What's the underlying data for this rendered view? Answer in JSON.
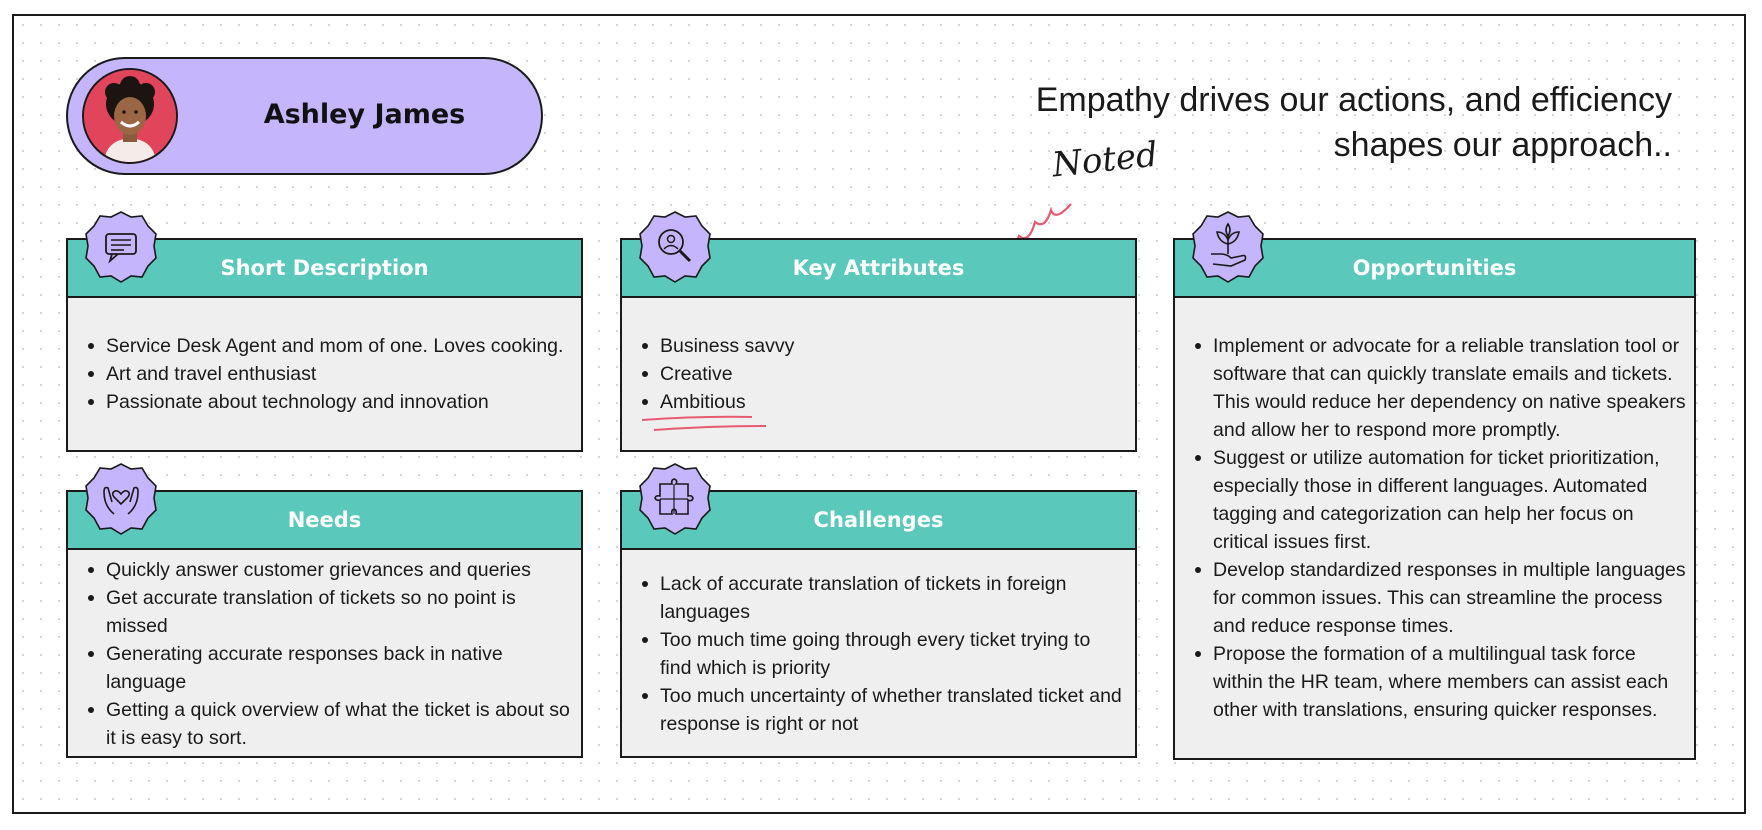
{
  "persona": {
    "name": "Ashley James",
    "avatar_bg": "#e0455c"
  },
  "quote": {
    "line1": "Empathy drives our actions, and efficiency",
    "line2": "shapes our approach.."
  },
  "annotation": {
    "label": "Noted",
    "ink_color": "#e85a70"
  },
  "theme": {
    "header_color": "#5bc8bc",
    "badge_color": "#c4b5fd",
    "card_bg": "#efefef"
  },
  "cards": {
    "short_description": {
      "title": "Short Description",
      "icon": "chat-bubble-icon",
      "items": [
        "Service Desk Agent and mom of one. Loves cooking.",
        "Art and travel enthusiast",
        "Passionate about technology and innovation"
      ]
    },
    "key_attributes": {
      "title": "Key Attributes",
      "icon": "magnifier-person-icon",
      "items": [
        "Business savvy",
        "Creative",
        "Ambitious"
      ]
    },
    "opportunities": {
      "title": "Opportunities",
      "icon": "hand-plant-icon",
      "items": [
        "Implement or advocate for a reliable translation tool or software that can quickly translate emails and tickets. This would reduce her dependency on native speakers and allow her to respond more promptly.",
        "Suggest or utilize automation for ticket prioritization, especially those in different languages. Automated tagging and categorization can help her focus on critical issues first.",
        "Develop standardized responses in multiple languages for common issues. This can streamline the process and reduce response times.",
        "Propose the formation of a multilingual task force within the HR team, where members can assist each other with translations, ensuring quicker responses."
      ]
    },
    "needs": {
      "title": "Needs",
      "icon": "hands-heart-icon",
      "items": [
        "Quickly answer customer grievances and queries",
        "Get accurate translation of tickets so no point is missed",
        "Generating accurate responses back in native language",
        "Getting a quick overview of what the ticket is about so it is easy to sort."
      ]
    },
    "challenges": {
      "title": "Challenges",
      "icon": "puzzle-icon",
      "items": [
        "Lack of accurate translation of tickets in foreign languages",
        "Too much time going through every ticket trying to find which is priority",
        "Too much uncertainty of whether translated ticket and response is right or not"
      ]
    }
  }
}
